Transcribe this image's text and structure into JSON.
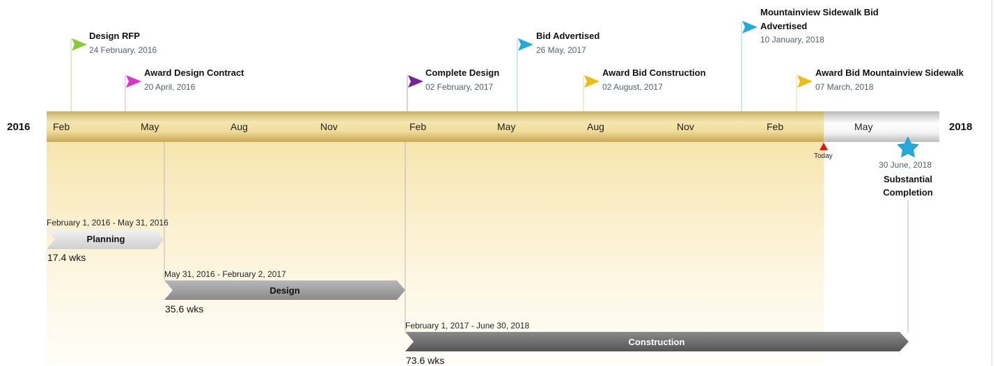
{
  "timeline": {
    "start_year": "2016",
    "end_year": "2018",
    "months": [
      "Feb",
      "May",
      "Aug",
      "Nov",
      "Feb",
      "May",
      "Aug",
      "Nov",
      "Feb",
      "May"
    ],
    "today_label": "Today",
    "colors": {
      "past_band": "#e8d08f",
      "future_band": "#d6d6d6",
      "today_marker": "#ee1111",
      "star": "#22aadd"
    }
  },
  "milestones": [
    {
      "title": "Design RFP",
      "date": "24 February, 2016",
      "color": "#88cc33"
    },
    {
      "title": "Award Design Contract",
      "date": "20 April, 2016",
      "color": "#dd33cc"
    },
    {
      "title": "Complete Design",
      "date": "02 February, 2017",
      "color": "#772299"
    },
    {
      "title": "Bid Advertised",
      "date": "26 May, 2017",
      "color": "#22aadd"
    },
    {
      "title": "Award Bid Construction",
      "date": "02 August, 2017",
      "color": "#eebb11"
    },
    {
      "title": "Mountainview Sidewalk Bid",
      "title2": "Advertised",
      "date": "10 January, 2018",
      "color": "#22aadd"
    },
    {
      "title": "Award Bid Mountainview Sidewalk",
      "date": "07 March, 2018",
      "color": "#eebb11"
    }
  ],
  "tasks": [
    {
      "name": "Planning",
      "range": "February 1, 2016 - May 31, 2016",
      "duration": "17.4 wks",
      "color": "#dcdcdc",
      "text_color": "#111111"
    },
    {
      "name": "Design",
      "range": "May 31, 2016 - February 2, 2017",
      "duration": "35.6 wks",
      "color": "#9a9a9a",
      "text_color": "#111111"
    },
    {
      "name": "Construction",
      "range": "February 1, 2017 - June 30, 2018",
      "duration": "73.6 wks",
      "color": "#6a6a6a",
      "text_color": "#ffffff"
    }
  ],
  "completion": {
    "date": "30 June, 2018",
    "label_line1": "Substantial",
    "label_line2": "Completion",
    "icon": "star-icon"
  }
}
